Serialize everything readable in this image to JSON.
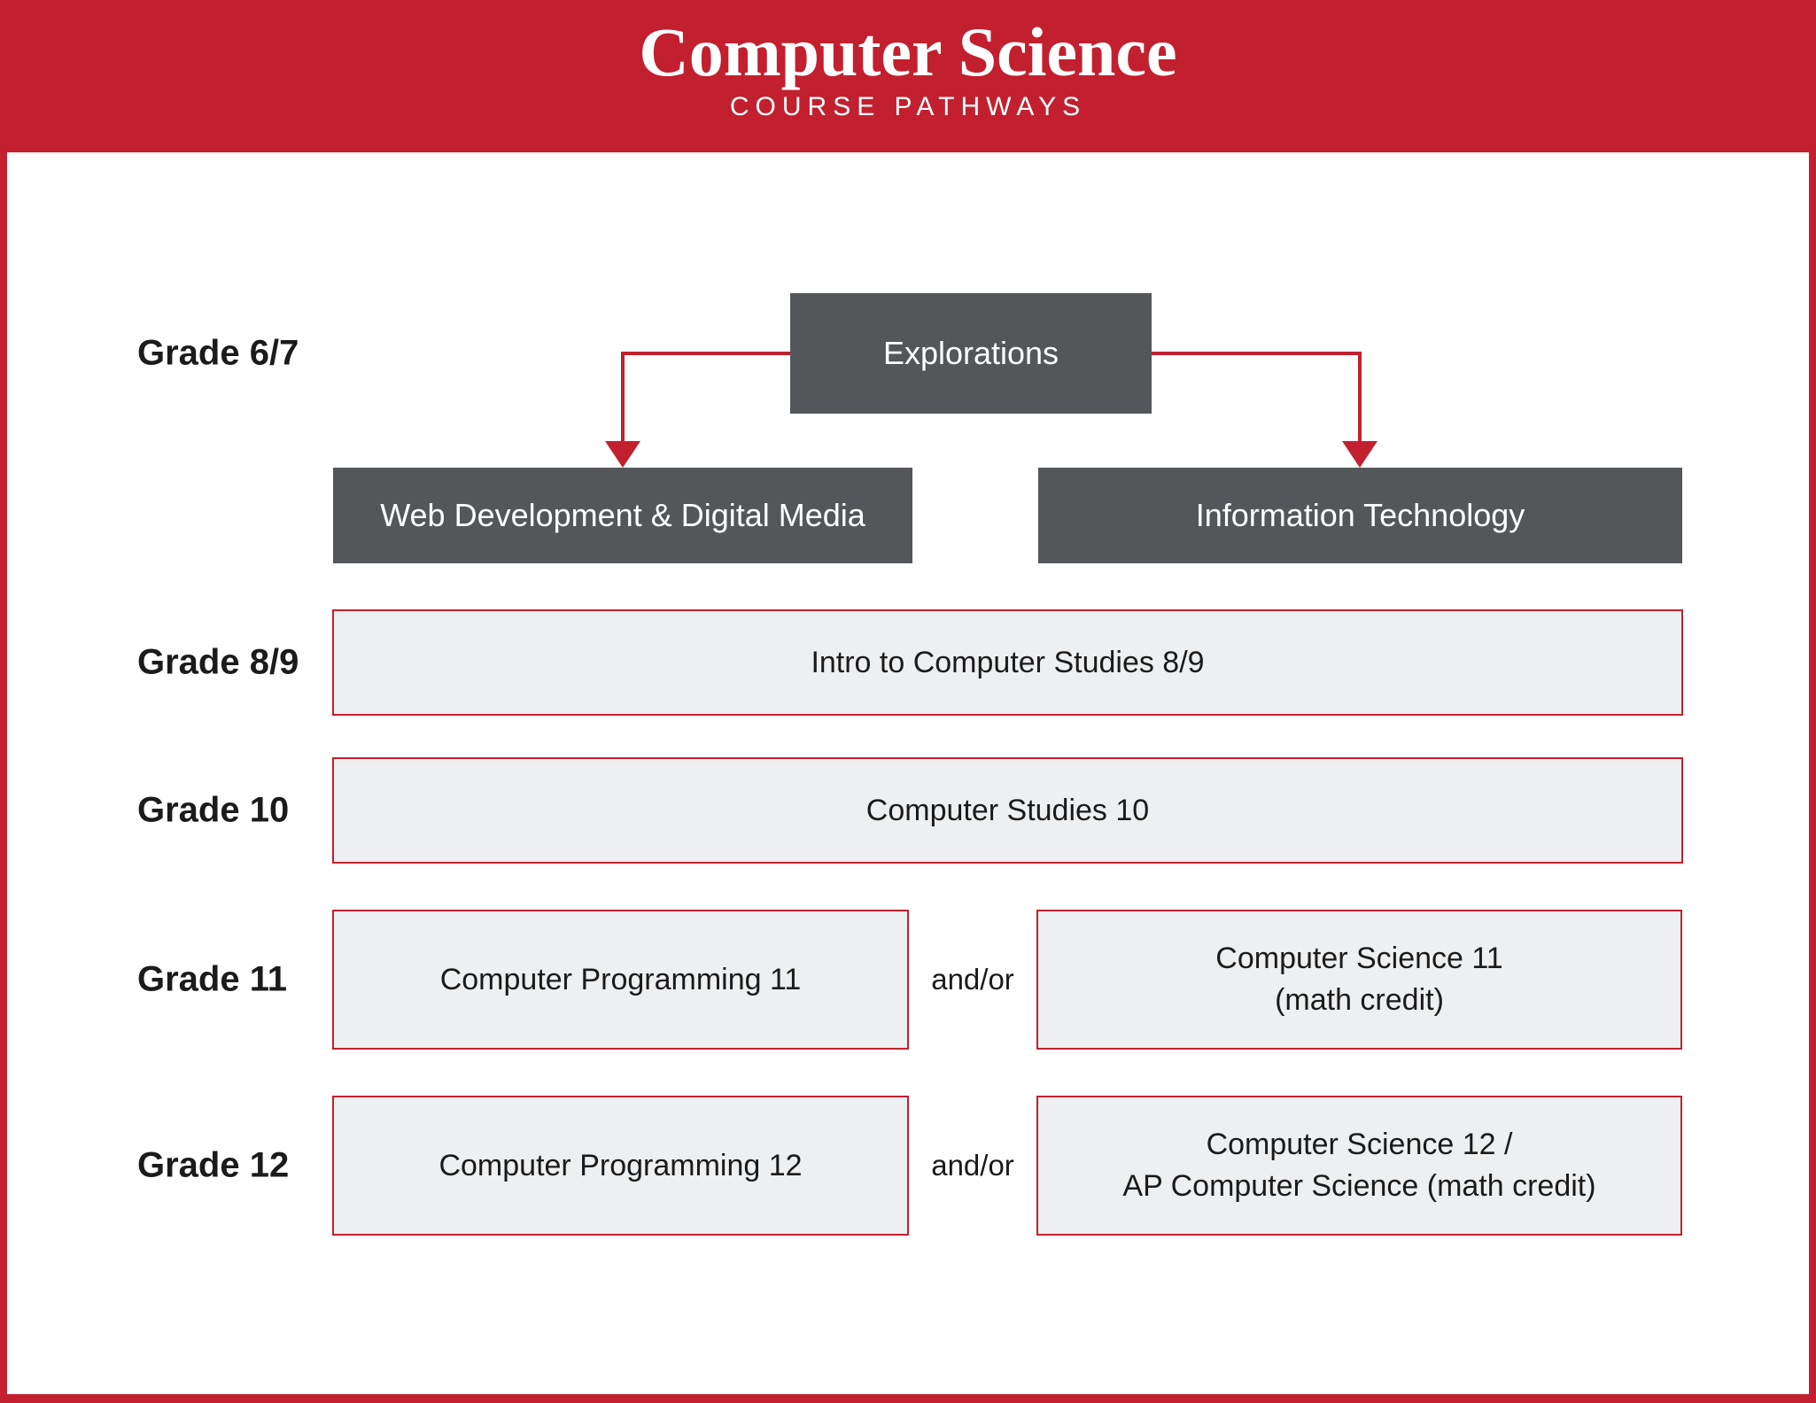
{
  "header": {
    "title": "Computer Science",
    "subtitle": "COURSE PATHWAYS"
  },
  "pathway": {
    "grade67": {
      "label": "Grade 6/7",
      "root": "Explorations",
      "left_child": "Web Development & Digital Media",
      "right_child": "Information Technology"
    },
    "grade89": {
      "label": "Grade 8/9",
      "course": "Intro to Computer Studies 8/9"
    },
    "grade10": {
      "label": "Grade 10",
      "course": "Computer Studies 10"
    },
    "grade11": {
      "label": "Grade 11",
      "left_course": "Computer Programming 11",
      "connector": "and/or",
      "right_course_line1": "Computer Science 11",
      "right_course_line2": "(math credit)"
    },
    "grade12": {
      "label": "Grade 12",
      "left_course": "Computer Programming 12",
      "connector": "and/or",
      "right_course_line1": "Computer Science 12 /",
      "right_course_line2": "AP Computer Science (math credit)"
    }
  },
  "colors": {
    "brand_red": "#C2202F",
    "dark_gray": "#54575A",
    "light_gray_fill": "#EEEFF0",
    "text_black": "#1B1B1B"
  }
}
